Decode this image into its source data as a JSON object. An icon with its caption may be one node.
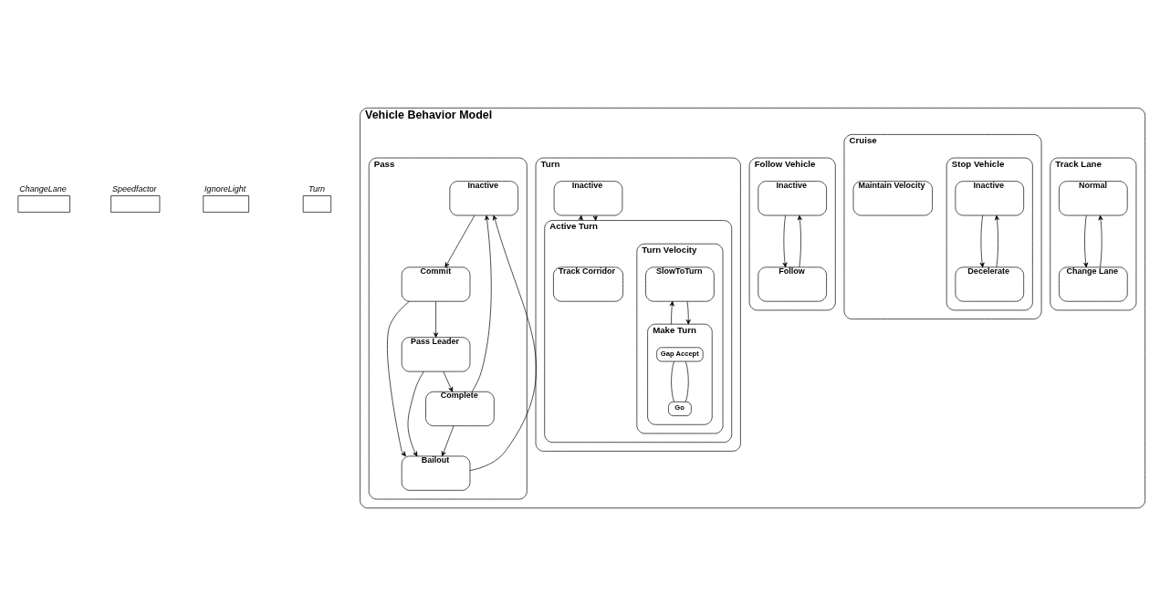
{
  "diagram": {
    "nodes": [
      {
        "text": [],
        "shape": "box",
        "beside": [
          "ChangeLane"
        ]
      },
      {
        "text": [],
        "shape": "box",
        "beside": [
          "Speedfactor"
        ]
      },
      {
        "text": [],
        "shape": "box",
        "beside": [
          "IgnoreLight"
        ]
      },
      {
        "text": [],
        "shape": "box",
        "beside": [
          "Turn"
        ]
      },
      {
        "text": [
          "Vehicle Behavior Model"
        ]
      },
      {
        "text": [
          "Cruise"
        ],
        "in": 4
      },
      {
        "text": [
          "Maintain Velocity"
        ],
        "in": 5
      },
      {
        "text": [
          "Stop Vehicle"
        ],
        "in": 5
      },
      {
        "text": [
          "Inactive"
        ],
        "in": 7
      },
      {
        "text": [
          "Decelerate"
        ],
        "in": 7
      },
      {
        "text": [
          "Track Lane"
        ],
        "in": 4
      },
      {
        "text": [
          "Normal"
        ],
        "in": 10
      },
      {
        "text": [
          "Change Lane"
        ],
        "in": 10
      },
      {
        "text": [
          "Follow Vehicle"
        ],
        "in": 4
      },
      {
        "text": [
          "Inactive"
        ],
        "in": 13
      },
      {
        "text": [
          "Follow"
        ],
        "in": 13
      },
      {
        "text": [
          "Turn"
        ],
        "in": 4
      },
      {
        "text": [
          "Inactive"
        ],
        "in": 16
      },
      {
        "text": [
          "Active Turn"
        ],
        "in": 16
      },
      {
        "text": [
          "Track Corridor"
        ],
        "in": 18
      },
      {
        "text": [
          "Turn Velocity"
        ],
        "in": 18
      },
      {
        "text": [
          "SlowToTurn"
        ],
        "in": 20
      },
      {
        "text": [
          "Make Turn"
        ],
        "in": 20
      },
      {
        "text": [
          "Gap Accept"
        ],
        "in": 22
      },
      {
        "text": [
          "Go"
        ],
        "in": 22
      },
      {
        "text": [
          "Pass"
        ],
        "in": 4
      },
      {
        "text": [
          "Inactive"
        ],
        "in": 25
      },
      {
        "text": [
          "Bailout"
        ],
        "in": 25
      },
      {
        "text": [
          "Complete"
        ],
        "in": 25
      },
      {
        "text": [
          "Commit"
        ],
        "in": 25
      },
      {
        "text": [
          "Pass Leader"
        ],
        "in": 25
      }
    ],
    "edges": [
      {
        "from": 8,
        "to": 9,
        "arrow": "to"
      },
      {
        "from": 9,
        "to": 8,
        "arrow": "to"
      },
      {
        "from": 11,
        "to": 12,
        "arrow": "to"
      },
      {
        "from": 12,
        "to": 11,
        "arrow": "to"
      },
      {
        "from": 14,
        "to": 15,
        "arrow": "to"
      },
      {
        "from": 15,
        "to": 14,
        "arrow": "to"
      },
      {
        "from": 17,
        "to": 18,
        "arrow": "to"
      },
      {
        "from": 18,
        "to": 17,
        "arrow": "to"
      },
      {
        "from": 21,
        "to": 22,
        "arrow": "to"
      },
      {
        "from": 22,
        "to": 21,
        "arrow": "to"
      },
      {
        "from": 23,
        "to": 24,
        "arrow": "none"
      },
      {
        "from": 24,
        "to": 23,
        "arrow": "none"
      },
      {
        "from": 28,
        "to": 26,
        "arrow": "to"
      },
      {
        "from": 27,
        "to": 26,
        "arrow": "to"
      },
      {
        "from": 26,
        "to": 29,
        "arrow": "to"
      },
      {
        "from": 28,
        "to": 27,
        "arrow": "to"
      },
      {
        "from": 30,
        "to": 27,
        "arrow": "to"
      },
      {
        "from": 29,
        "to": 27,
        "arrow": "to"
      },
      {
        "from": 29,
        "to": 30,
        "arrow": "to"
      },
      {
        "from": 30,
        "to": 28,
        "arrow": "to"
      }
    ]
  }
}
